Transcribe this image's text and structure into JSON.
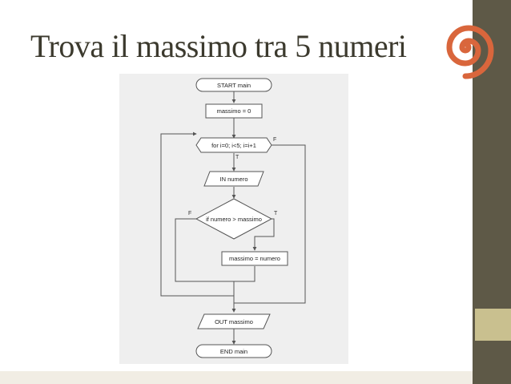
{
  "slide": {
    "title": "Trova il massimo tra 5 numeri",
    "colors": {
      "sidebar": "#5e5947",
      "accent_block": "#c9c08f",
      "logo": "#d9663c",
      "title": "#3c3a2e"
    },
    "logo_icon": "spiral-icon"
  },
  "flowchart": {
    "start": "START main",
    "init": "massimo = 0",
    "loop": "for i=0; i<5; i=i+1",
    "input": "IN numero",
    "decision": "if numero > massimo",
    "assign": "massimo = numero",
    "output": "OUT massimo",
    "end": "END main",
    "loop_false": "F",
    "loop_true": "T",
    "decision_false": "F",
    "decision_true": "T"
  }
}
